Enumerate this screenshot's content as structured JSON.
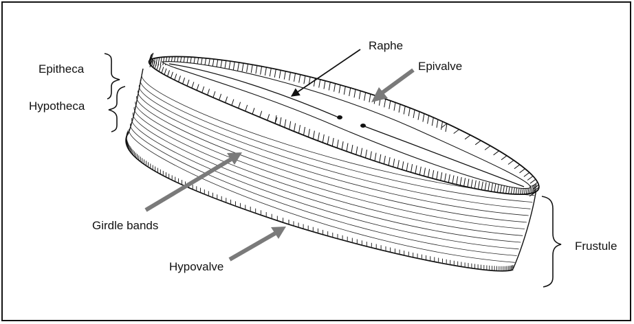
{
  "diagram": {
    "labels": {
      "epitheca": "Epitheca",
      "hypotheca": "Hypotheca",
      "raphe": "Raphe",
      "epivalve": "Epivalve",
      "girdle_bands": "Girdle bands",
      "hypovalve": "Hypovalve",
      "frustule": "Frustule"
    }
  }
}
